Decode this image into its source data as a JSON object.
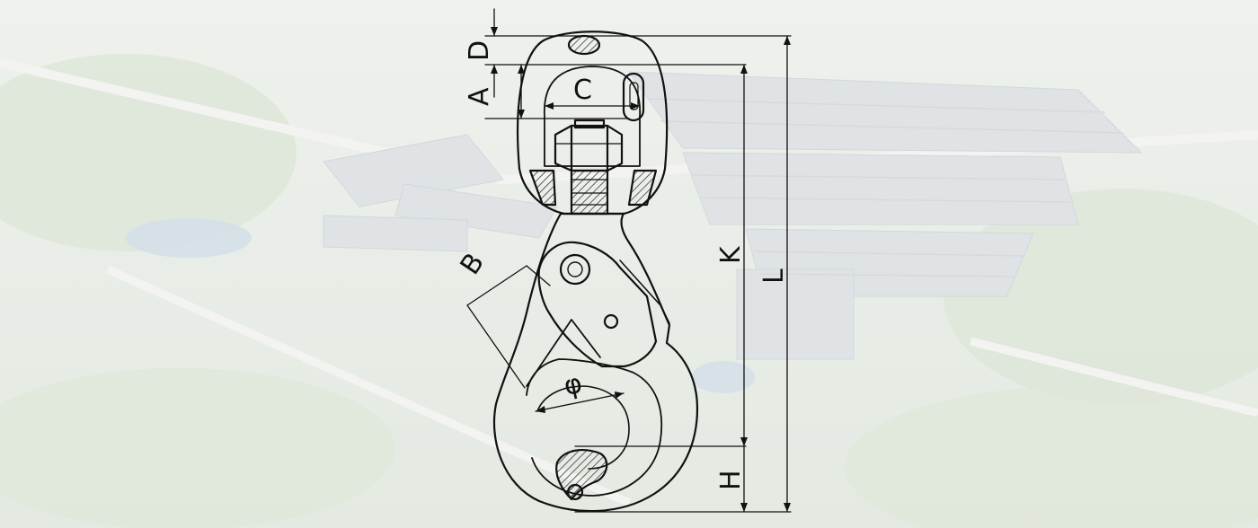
{
  "diagram": {
    "dimension_labels": {
      "d": "D",
      "a": "A",
      "c": "C",
      "b": "B",
      "phi": "φ",
      "k": "K",
      "l": "L",
      "h": "H"
    },
    "colors": {
      "line": "#111111",
      "hatch": "#222222",
      "background": "#e9ece6"
    }
  }
}
